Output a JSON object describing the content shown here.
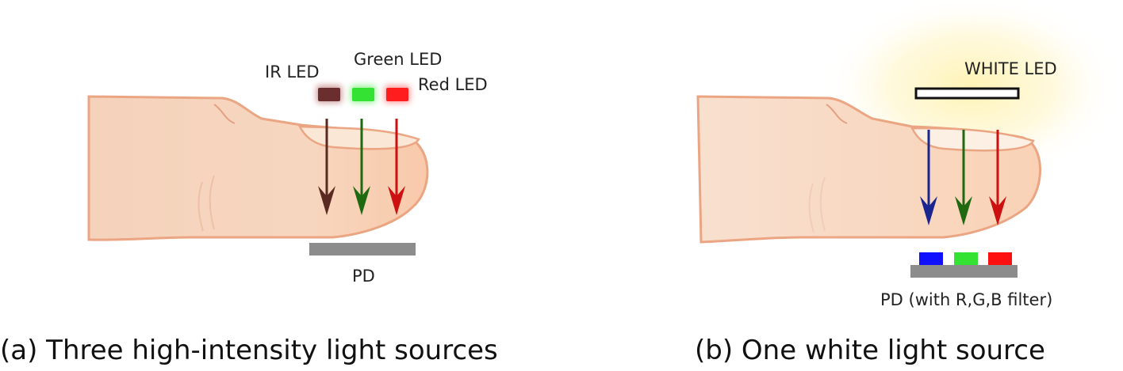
{
  "panel_a": {
    "ir_led_label": "IR LED",
    "green_led_label": "Green LED",
    "red_led_label": "Red LED",
    "pd_label": "PD",
    "caption": "(a) Three high-intensity light sources",
    "colors": {
      "ir_led": "#6b2e2e",
      "green_led": "#33e233",
      "red_led": "#ff1d1d",
      "ir_arrow": "#5a2a22",
      "green_arrow": "#1f6a10",
      "red_arrow": "#cc1010",
      "pd": "#8c8c8c"
    }
  },
  "panel_b": {
    "white_led_label": "WHITE LED",
    "pd_label": "PD (with R,G,B filter)",
    "caption": "(b) One white light source",
    "colors": {
      "blue_arrow": "#1a2590",
      "green_arrow": "#1f6a10",
      "red_arrow": "#cc1010",
      "blue_filter": "#1010ff",
      "green_filter": "#33e233",
      "red_filter": "#ff1010",
      "pd": "#8c8c8c"
    }
  },
  "icons": {
    "finger": "finger-icon",
    "led": "led-icon",
    "photodiode": "photodiode-icon"
  }
}
